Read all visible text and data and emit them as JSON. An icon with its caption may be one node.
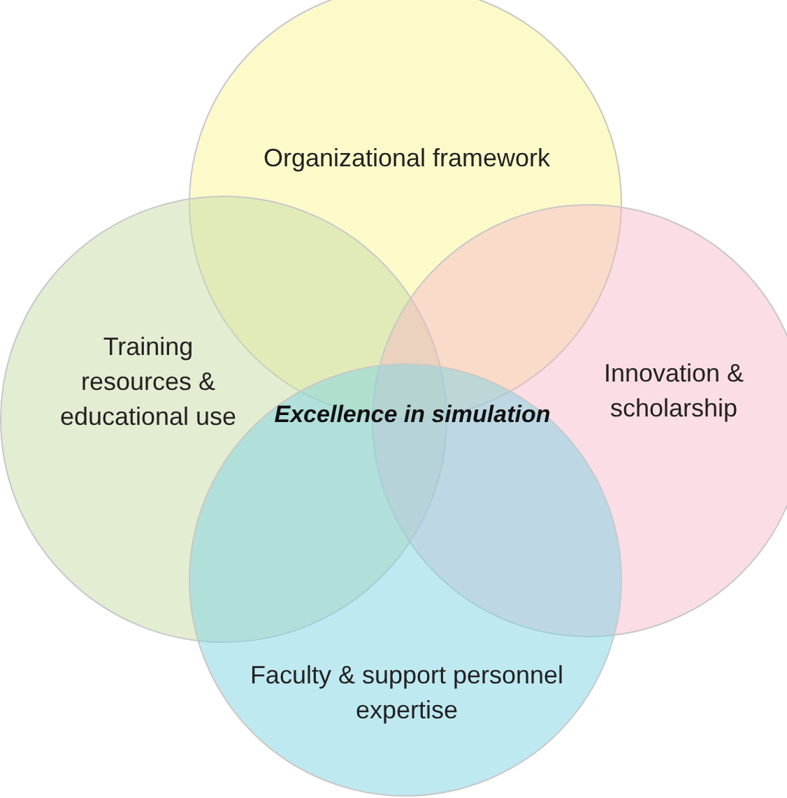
{
  "diagram": {
    "nodes": [
      {
        "text": [
          "Organizational framework"
        ]
      },
      {
        "text": [
          "Training resources & educational use"
        ]
      },
      {
        "text": [
          "Innovation & scholarship"
        ]
      },
      {
        "text": [
          "Faculty & support personnel expertise"
        ]
      }
    ],
    "labels": [
      "Excellence in simulation"
    ]
  }
}
